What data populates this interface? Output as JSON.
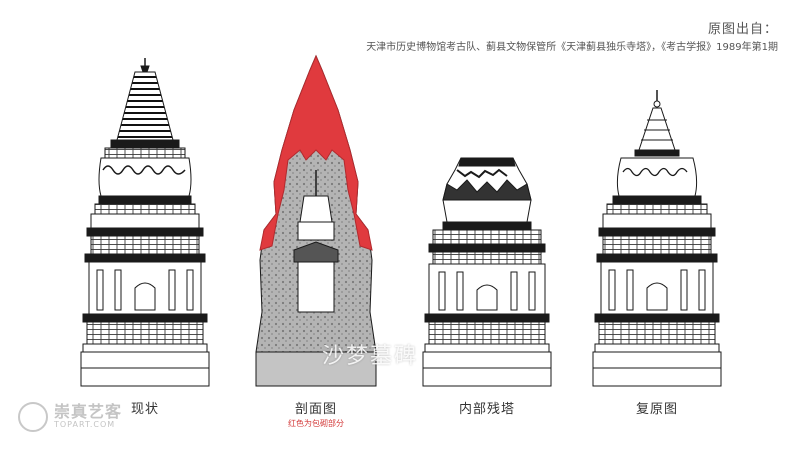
{
  "source": {
    "title": "原图出自：",
    "citation": "天津市历史博物馆考古队、蓟县文物保管所《天津蓟县独乐寺塔》，《考古学报》1989年第1期"
  },
  "pagodas": [
    {
      "caption": "现状",
      "subcaption": ""
    },
    {
      "caption": "剖面图",
      "subcaption": "红色为包砌部分"
    },
    {
      "caption": "内部残塔",
      "subcaption": ""
    },
    {
      "caption": "复原图",
      "subcaption": ""
    }
  ],
  "watermark": "沙梦墓碑",
  "logo": {
    "cn": "崇真艺客",
    "en": "TOPART.COM"
  },
  "colors": {
    "highlight": "#e03a3e",
    "ink": "#1a1a1a",
    "section_fill": "#9a9a9a"
  }
}
